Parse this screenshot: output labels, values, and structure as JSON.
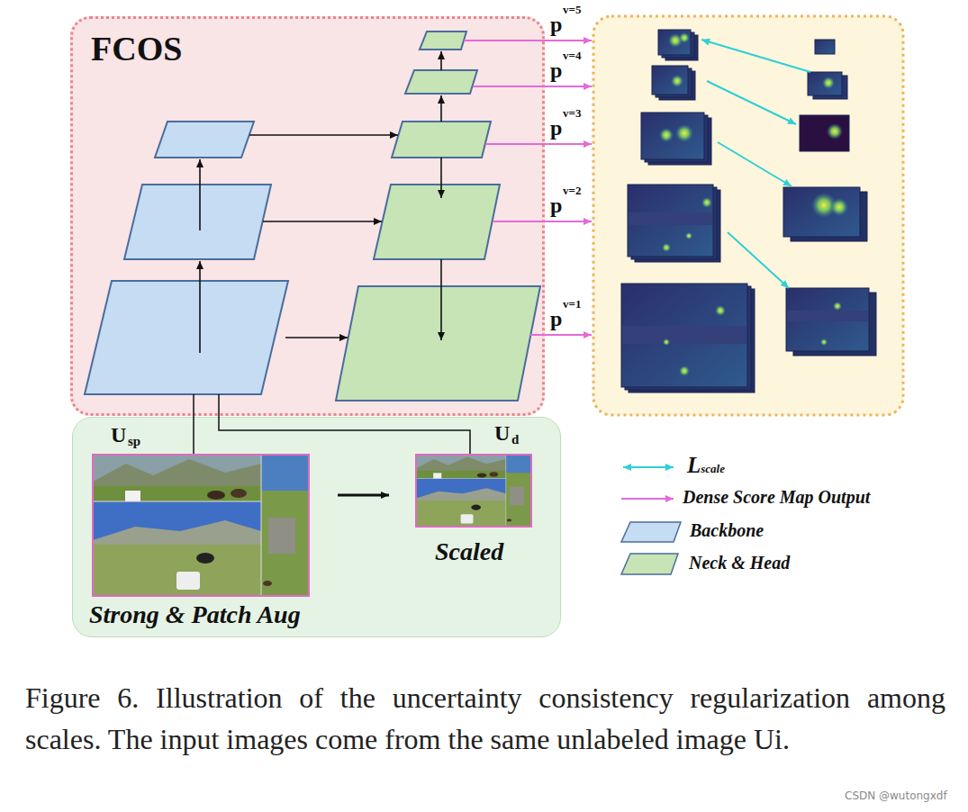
{
  "diagram": {
    "caption": "Figure 6. Illustration of the uncertainty consistency regularization among scales. The input images come from the same unlabeled image Ui.",
    "nodes": [
      {
        "text": [
          "FCOS"
        ]
      },
      {
        "text": [
          "U",
          "sp",
          "U",
          "d",
          "Scaled",
          "Strong & Patch Aug"
        ]
      }
    ],
    "labels": [
      "p",
      "v=5",
      "p",
      "v=4",
      "p",
      "v=3",
      "p",
      "v=2",
      "p",
      "v=1",
      "CSDN @wutongxdf"
    ],
    "legend": [
      {
        "text": "Lscale"
      },
      {
        "text": "Dense Score Map Output"
      },
      {
        "text": "Backbone",
        "color": "#c5dcf2"
      },
      {
        "text": "Neck & Head",
        "color": "#c6e4b5"
      }
    ]
  }
}
